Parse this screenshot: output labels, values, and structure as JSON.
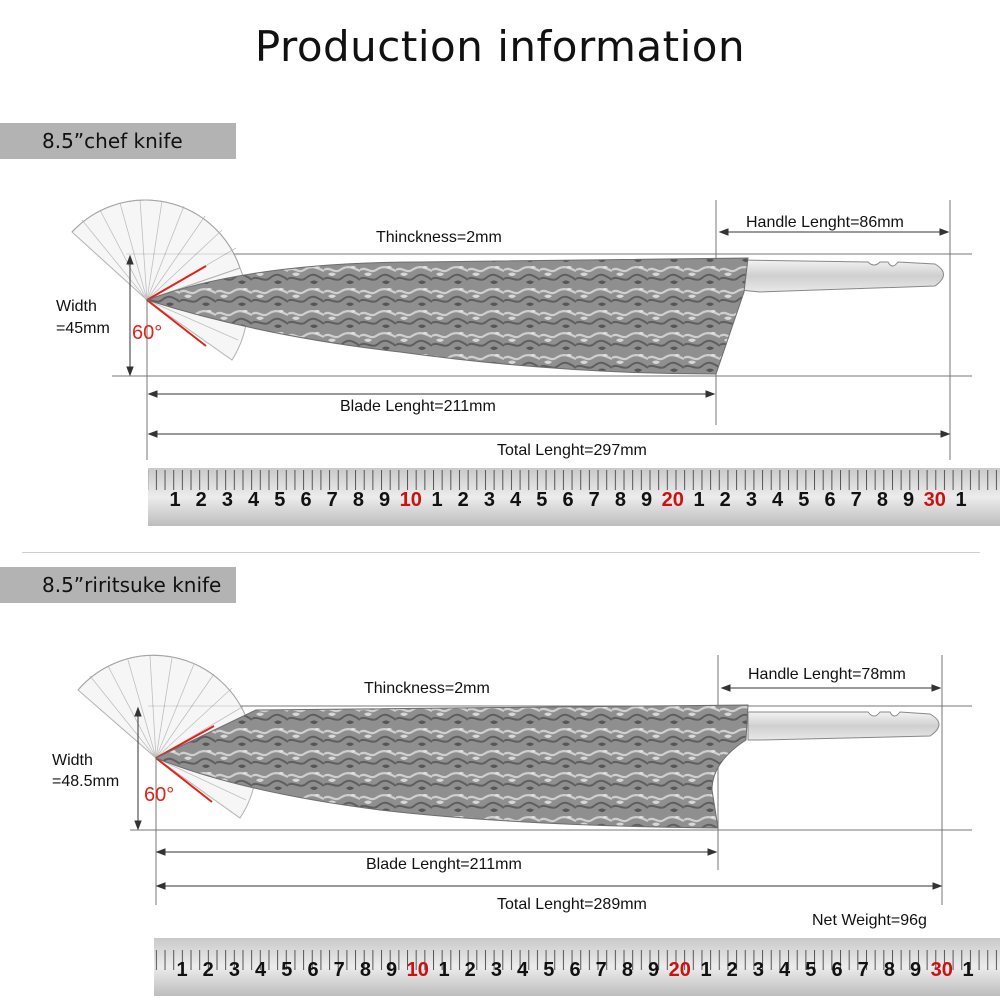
{
  "page": {
    "title": "Production information"
  },
  "knives": [
    {
      "section_label": "8.5”chef knife",
      "thickness": "Thinckness=2mm",
      "handle_length": "Handle Lenght=86mm",
      "width_line1": "Width",
      "width_line2": "=45mm",
      "angle": "60°",
      "blade_length": "Blade Lenght=211mm",
      "total_length": "Total Lenght=297mm"
    },
    {
      "section_label": "8.5”riritsuke knife",
      "thickness": "Thinckness=2mm",
      "handle_length": "Handle Lenght=78mm",
      "width_line1": "Width",
      "width_line2": "=48.5mm",
      "angle": "60°",
      "blade_length": "Blade Lenght=211mm",
      "total_length": "Total Lenght=289mm",
      "net_weight": "Net Weight=96g"
    }
  ],
  "ruler": {
    "labels": [
      "1",
      "2",
      "3",
      "4",
      "5",
      "6",
      "7",
      "8",
      "9",
      "10",
      "1",
      "2",
      "3",
      "4",
      "5",
      "6",
      "7",
      "8",
      "9",
      "20",
      "1",
      "2",
      "3",
      "4",
      "5",
      "6",
      "7",
      "8",
      "9",
      "30",
      "1"
    ],
    "highlight_color": "#cc1111",
    "normal_color": "#111111"
  },
  "colors": {
    "section_label_bg": "#b3b3b3",
    "angle_red": "#e0231b",
    "blade_steel": "#8e8e8e"
  }
}
